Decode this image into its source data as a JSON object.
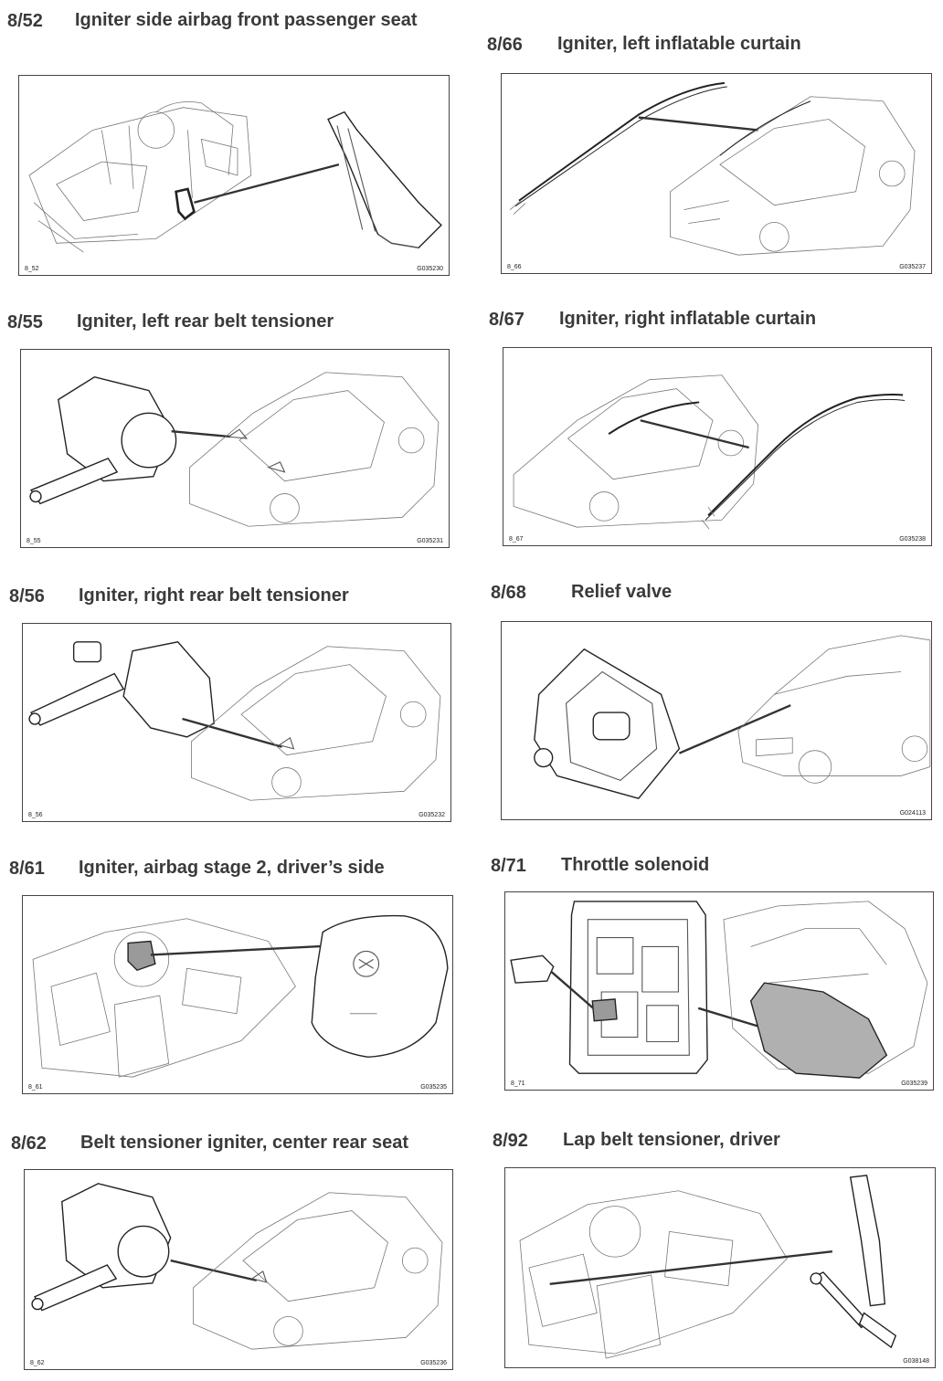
{
  "entries": [
    {
      "code": "8/52",
      "title": "Igniter side airbag front passenger seat",
      "fig_id": "8_52",
      "g_id": "G035230"
    },
    {
      "code": "8/66",
      "title": "Igniter, left inflatable curtain",
      "fig_id": "8_66",
      "g_id": "G035237"
    },
    {
      "code": "8/55",
      "title": "Igniter, left rear belt tensioner",
      "fig_id": "8_55",
      "g_id": "G035231"
    },
    {
      "code": "8/67",
      "title": "Igniter, right inflatable curtain",
      "fig_id": "8_67",
      "g_id": "G035238"
    },
    {
      "code": "8/56",
      "title": "Igniter, right rear belt tensioner",
      "fig_id": "8_56",
      "g_id": "G035232"
    },
    {
      "code": "8/68",
      "title": "Relief valve",
      "fig_id": "",
      "g_id": "G024113"
    },
    {
      "code": "8/61",
      "title": "Igniter, airbag stage 2, driver’s side",
      "fig_id": "8_61",
      "g_id": "G035235"
    },
    {
      "code": "8/71",
      "title": "Throttle solenoid",
      "fig_id": "8_71",
      "g_id": "G035239"
    },
    {
      "code": "8/62",
      "title": "Belt tensioner igniter, center rear seat",
      "fig_id": "8_62",
      "g_id": "G035236"
    },
    {
      "code": "8/92",
      "title": "Lap belt tensioner, driver",
      "fig_id": "",
      "g_id": "G038148"
    }
  ]
}
